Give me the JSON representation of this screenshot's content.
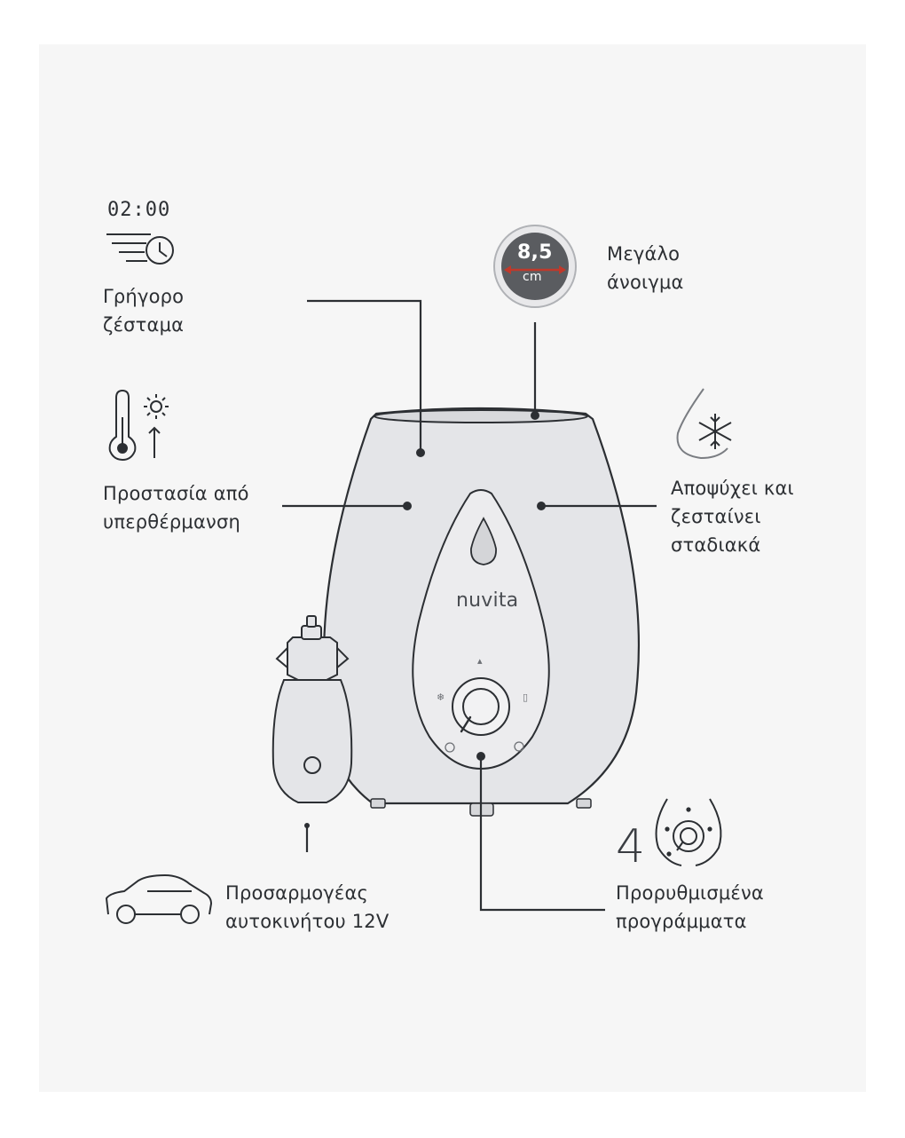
{
  "features": {
    "fast_heating": {
      "line1": "Γρήγορο",
      "line2": "ζέσταμα",
      "icon": "timer-speed-icon",
      "icon_text": "02:00"
    },
    "overheat": {
      "line1": "Προστασία από",
      "line2": "υπερθέρμανση",
      "icon": "thermometer-sun-icon"
    },
    "opening": {
      "line1": "Μεγάλο",
      "line2": "άνοιγμα",
      "icon": "opening-size-icon",
      "badge_value": "8,5",
      "badge_unit": "cm"
    },
    "defrost": {
      "line1": "Αποψύχει και",
      "line2": "ζεσταίνει",
      "line3": "σταδιακά",
      "icon": "drop-snowflake-icon"
    },
    "car_adapter": {
      "line1": "Προσαρμογέας",
      "line2": "αυτοκινήτου 12V",
      "icon": "car-icon"
    },
    "programs": {
      "count": "4",
      "line1": "Προρυθμισμένα",
      "line2": "προγράμματα",
      "icon": "program-dial-icon"
    }
  },
  "device": {
    "brand": "nuvita"
  },
  "colors": {
    "background": "#f6f6f6",
    "line": "#2c2f33",
    "device_body": "#e5e6e8",
    "badge": "#5a5c60",
    "badge_arrow": "#c0392b"
  }
}
